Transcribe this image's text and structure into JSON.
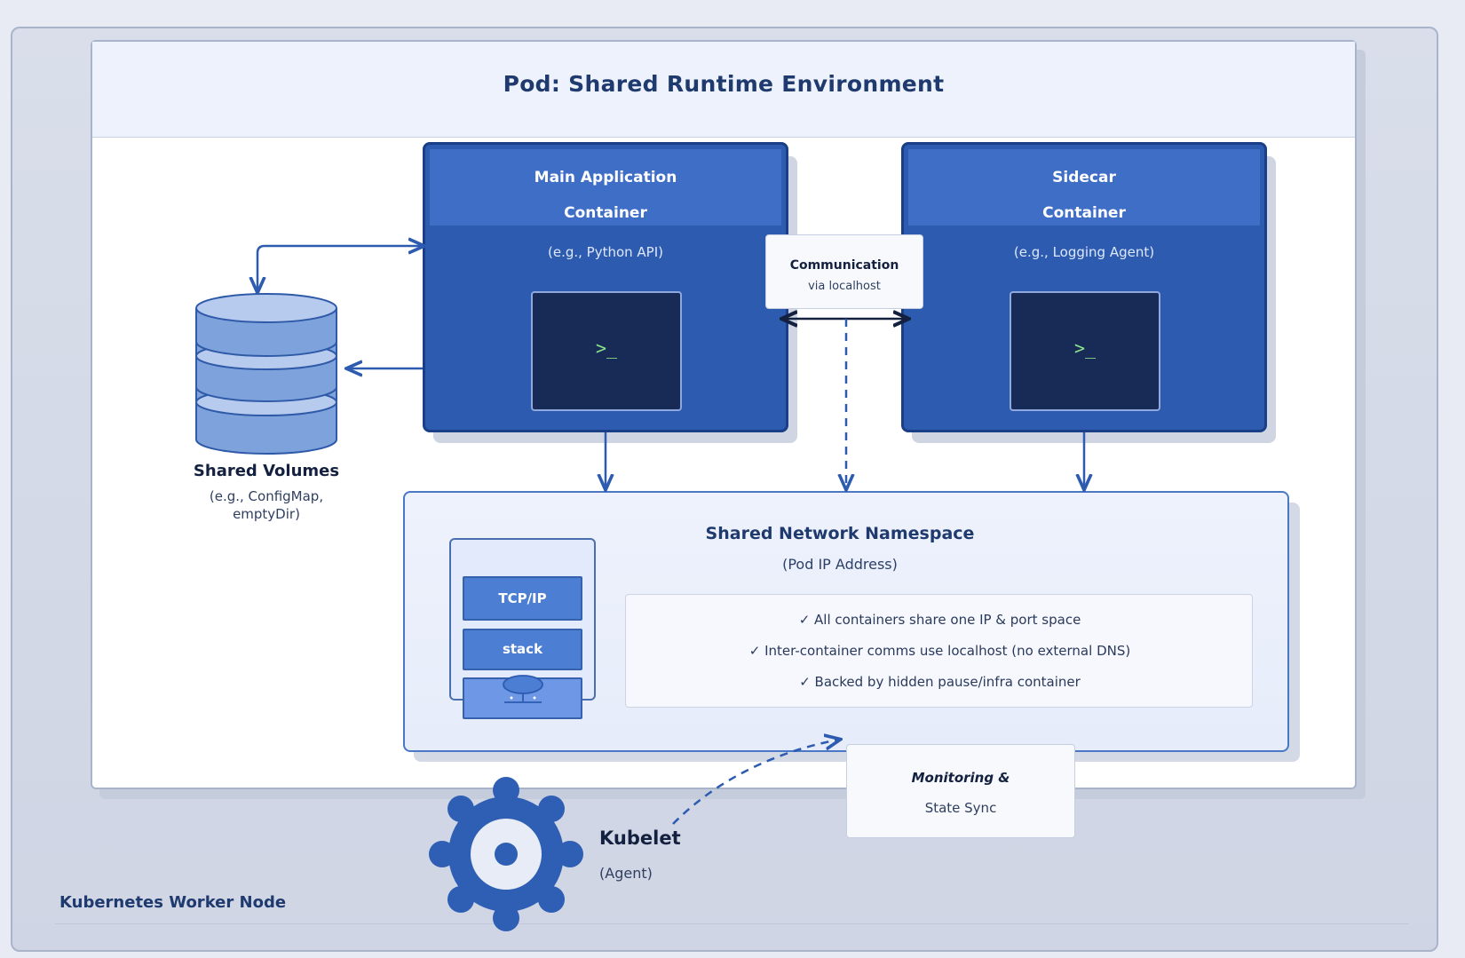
{
  "node": {
    "label": "Kubernetes Worker Node"
  },
  "pod": {
    "title": "Pod: Shared Runtime Environment"
  },
  "main_container": {
    "title_line1": "Main Application",
    "title_line2": "Container",
    "subtitle": "(e.g., Python API)",
    "prompt": ">_"
  },
  "sidecar_container": {
    "title_line1": "Sidecar",
    "title_line2": "Container",
    "subtitle": "(e.g., Logging Agent)",
    "prompt": ">_"
  },
  "communication": {
    "title": "Communication",
    "subtitle": "via localhost"
  },
  "volumes": {
    "title": "Shared Volumes",
    "subtitle_line1": "(e.g., ConfigMap,",
    "subtitle_line2": "emptyDir)"
  },
  "network": {
    "title": "Shared Network Namespace",
    "subtitle": "(Pod IP Address)",
    "stack": [
      "TCP/IP",
      "stack"
    ],
    "facts": [
      "✓ All containers share one IP & port space",
      "✓ Inter-container comms use localhost (no external DNS)",
      "✓ Backed by hidden pause/infra container"
    ]
  },
  "kubelet": {
    "title": "Kubelet",
    "subtitle": "(Agent)"
  },
  "monitoring": {
    "title": "Monitoring &",
    "subtitle": "State Sync"
  },
  "colors": {
    "container_fill": "#2c5bb0",
    "container_border": "#1a3f86",
    "accent_blue": "#4a78c6",
    "terminal_fill": "#172b56",
    "prompt_green": "#8de58a",
    "volume_fill": "#7ea3dc",
    "gear_fill": "#2e5fb4"
  },
  "icons": {
    "volume": "database-stack-icon",
    "network": "network-device-icon",
    "kubelet": "gear-icon",
    "terminal": "terminal-icon"
  }
}
